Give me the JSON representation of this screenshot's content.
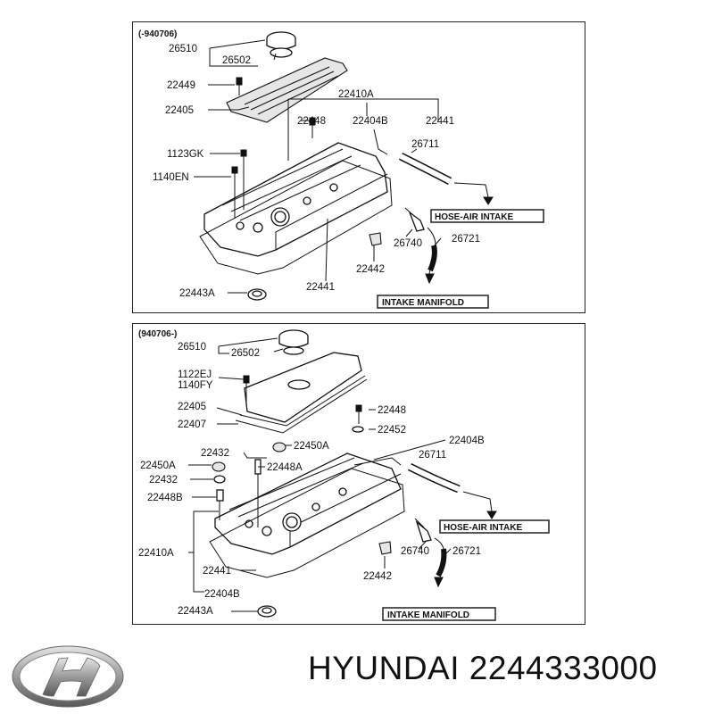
{
  "top_panel": {
    "header": "(-940706)",
    "labels": {
      "l26510": "26510",
      "l26502": "26502",
      "l22449": "22449",
      "l22405": "22405",
      "l22410A": "22410A",
      "l22448": "22448",
      "l22404B": "22404B",
      "l22441a": "22441",
      "l26711": "26711",
      "l1123GK": "1123GK",
      "l1140EN": "1140EN",
      "l26740": "26740",
      "l26721": "26721",
      "l22442": "22442",
      "l22441b": "22441",
      "l22443A": "22443A"
    },
    "hose_air_intake": "HOSE-AIR INTAKE",
    "intake_manifold": "INTAKE MANIFOLD"
  },
  "bottom_panel": {
    "header": "(940706-)",
    "labels": {
      "l26510": "26510",
      "l26502": "26502",
      "l1122EJ": "1122EJ",
      "l1140FY": "1140FY",
      "l22405": "22405",
      "l22407": "22407",
      "l22448a": "22448",
      "l22452": "22452",
      "l22432a": "22432",
      "l22450Aa": "22450A",
      "l22404Ba": "22404B",
      "l22450Ab": "22450A",
      "l22448A": "22448A",
      "l26711": "26711",
      "l22432b": "22432",
      "l22448B": "22448B",
      "l22410A": "22410A",
      "l26740": "26740",
      "l26721": "26721",
      "l22441": "22441",
      "l22442": "22442",
      "l22404Bb": "22404B",
      "l22443A": "22443A"
    },
    "hose_air_intake": "HOSE-AIR INTAKE",
    "intake_manifold": "INTAKE MANIFOLD"
  },
  "brand": {
    "logo_icon": "hyundai-logo-icon",
    "text": "HYUNDAI 2244333000"
  }
}
